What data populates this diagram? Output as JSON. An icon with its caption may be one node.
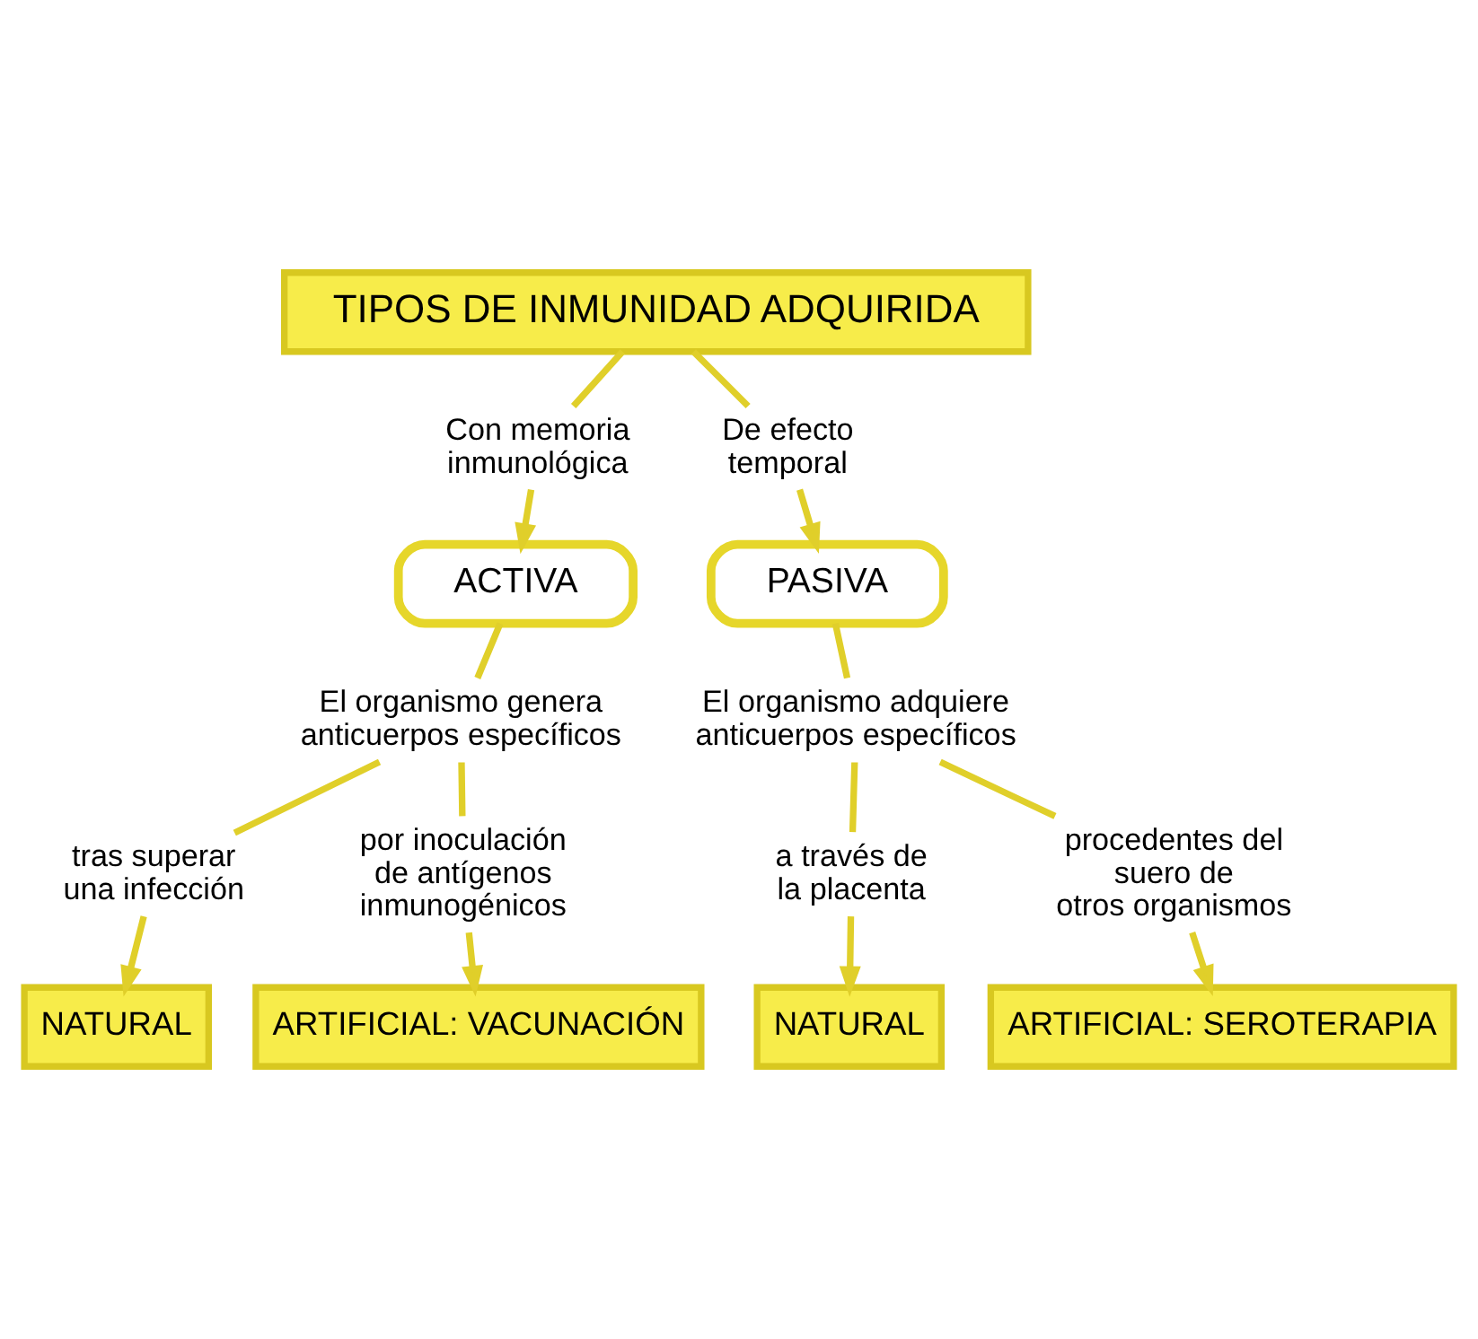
{
  "diagram": {
    "nodes": [
      {
        "text": [
          "TIPOS DE INMUNIDAD ADQUIRIDA"
        ]
      },
      {
        "text": [
          "Con memoria inmunológica"
        ]
      },
      {
        "text": [
          "ACTIVA"
        ]
      },
      {
        "text": [
          "El organismo genera anticuerpos específicos"
        ]
      },
      {
        "text": [
          "tras superar una infección"
        ]
      },
      {
        "text": [
          "NATURAL"
        ]
      },
      {
        "text": [
          "por inoculación de antígenos inmunogénicos"
        ]
      },
      {
        "text": [
          "ARTIFICIAL: VACUNACIÓN"
        ]
      },
      {
        "text": [
          "De efecto temporal"
        ]
      },
      {
        "text": [
          "PASIVA"
        ]
      },
      {
        "text": [
          "El organismo adquiere anticuerpos específicos"
        ]
      },
      {
        "text": [
          "a través de la placenta"
        ]
      },
      {
        "text": [
          "NATURAL"
        ]
      },
      {
        "text": [
          "procedentes del suero de otros organismos"
        ]
      },
      {
        "text": [
          "ARTIFICIAL: SEROTERAPIA"
        ]
      }
    ],
    "edges": [
      {
        "from": 0,
        "to": 1,
        "arrow": "none"
      },
      {
        "from": 1,
        "to": 2,
        "arrow": "to"
      },
      {
        "from": 2,
        "to": 3,
        "arrow": "none"
      },
      {
        "from": 3,
        "to": 4,
        "arrow": "none"
      },
      {
        "from": 4,
        "to": 5,
        "arrow": "to"
      },
      {
        "from": 3,
        "to": 6,
        "arrow": "none"
      },
      {
        "from": 6,
        "to": 7,
        "arrow": "to"
      },
      {
        "from": 0,
        "to": 8,
        "arrow": "none"
      },
      {
        "from": 8,
        "to": 9,
        "arrow": "to"
      },
      {
        "from": 9,
        "to": 10,
        "arrow": "none"
      },
      {
        "from": 10,
        "to": 11,
        "arrow": "none"
      },
      {
        "from": 11,
        "to": 12,
        "arrow": "to"
      },
      {
        "from": 10,
        "to": 13,
        "arrow": "none"
      },
      {
        "from": 13,
        "to": 14,
        "arrow": "to"
      }
    ]
  }
}
